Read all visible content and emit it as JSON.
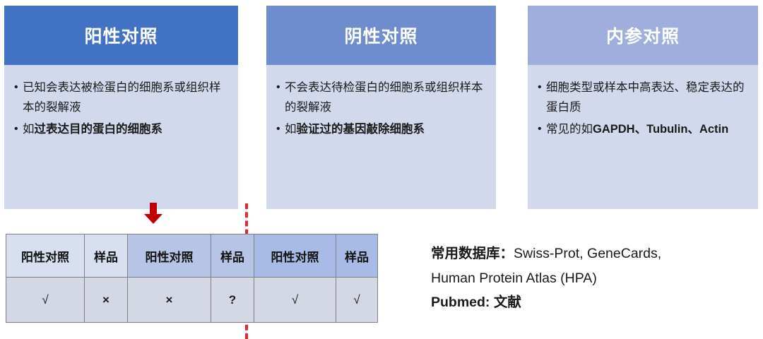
{
  "cards": [
    {
      "id": "positive",
      "title": "阳性对照",
      "header_color": "#4272c4",
      "bullets": [
        {
          "plain": "已知会表达被检蛋白的细胞系或组织样本的裂解液",
          "bold": ""
        },
        {
          "plain": "如",
          "bold": "过表达目的蛋白的细胞系"
        }
      ]
    },
    {
      "id": "negative",
      "title": "阴性对照",
      "header_color": "#6f8ccf",
      "bullets": [
        {
          "plain": "不会表达待检蛋白的细胞系或组织样本的裂解液",
          "bold": ""
        },
        {
          "plain": "如",
          "bold": "验证过的基因敲除细胞系"
        }
      ]
    },
    {
      "id": "internal",
      "title": "内参对照",
      "header_color": "#a0aedd",
      "bullets": [
        {
          "plain": "细胞类型或样本中高表达、稳定表达的蛋白质",
          "bold": ""
        },
        {
          "plain": "常见的如",
          "bold": "GAPDH、Tubulin、Actin"
        }
      ]
    }
  ],
  "arrow": {
    "name": "red-down-arrow",
    "color": "#c00000"
  },
  "divider": {
    "name": "red-dashed-divider",
    "color": "#e8252a"
  },
  "table": {
    "headers": [
      "阳性对照",
      "样品",
      "阳性对照",
      "样品",
      "阳性对照",
      "样品"
    ],
    "values": [
      "√",
      "×",
      "×",
      "?",
      "√",
      "√"
    ]
  },
  "notes": {
    "line1_label": "常用数据库：",
    "line1_value": "Swiss-Prot, GeneCards,",
    "line2": "Human Protein Atlas (HPA)",
    "line3": "Pubmed: 文献"
  }
}
